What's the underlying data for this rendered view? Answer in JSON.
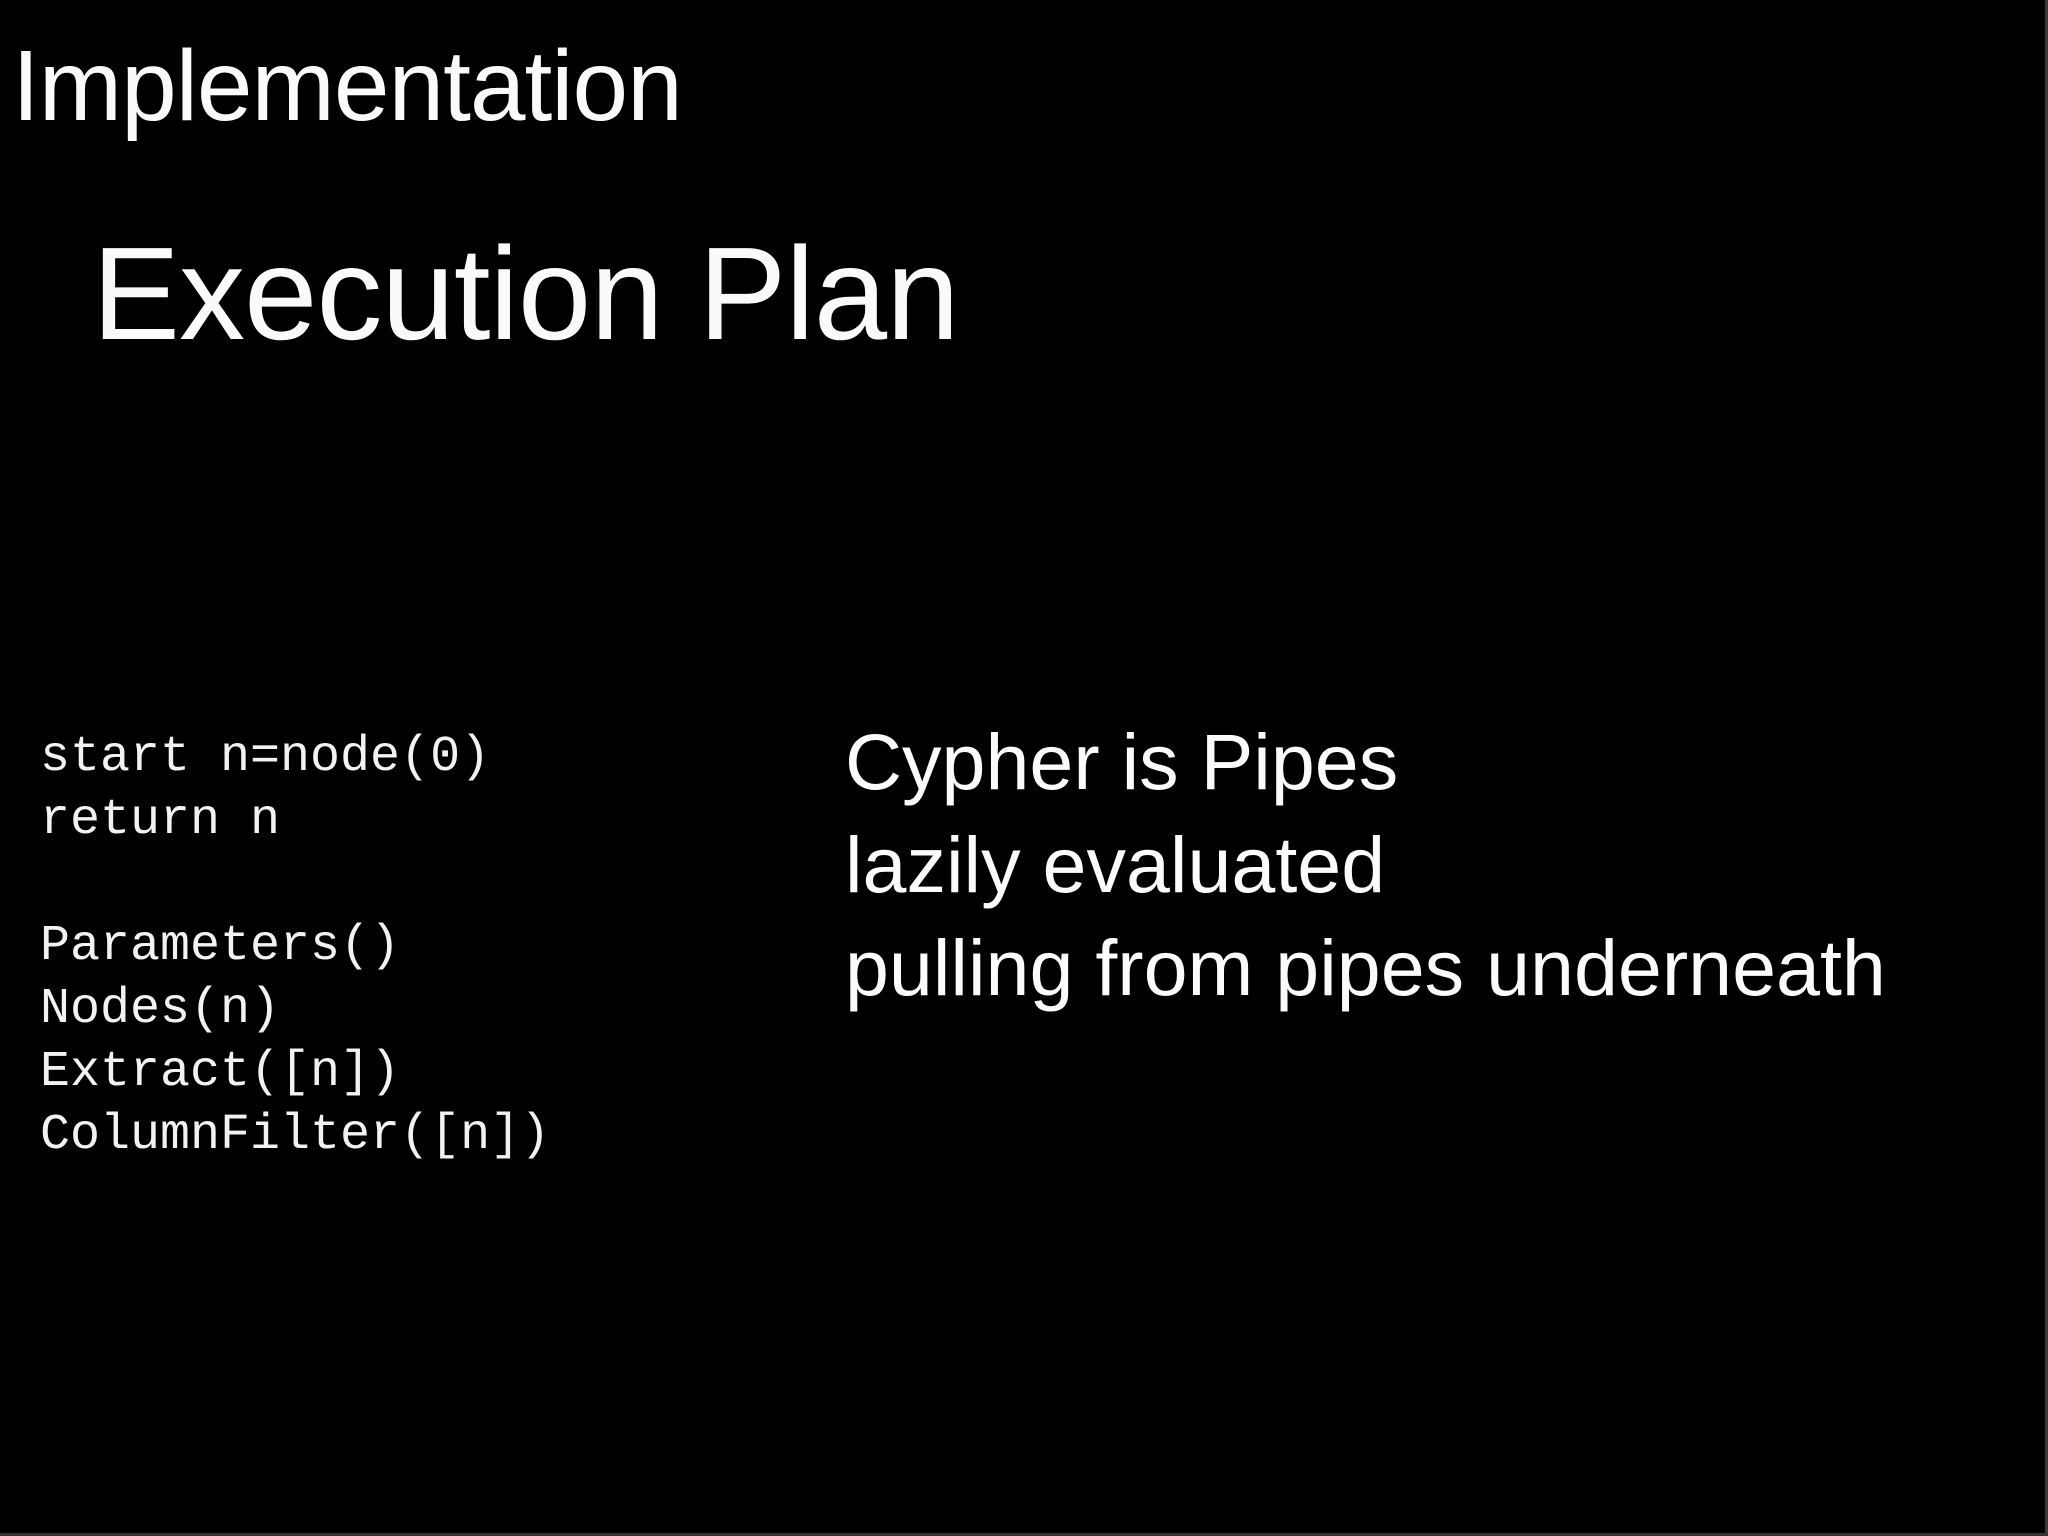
{
  "slide": {
    "kicker": "Implementation",
    "title": "Execution Plan",
    "code": {
      "lines": [
        "start n=node(0)",
        "return n",
        "",
        "Parameters()",
        "Nodes(n)",
        "Extract([n])",
        "ColumnFilter([n])"
      ]
    },
    "notes": {
      "lines": [
        "Cypher is Pipes",
        "lazily evaluated",
        "pulling from pipes underneath"
      ]
    },
    "colors": {
      "background": "#000000",
      "text": "#fafafa",
      "frame_edge": "#3a3a3a"
    }
  }
}
